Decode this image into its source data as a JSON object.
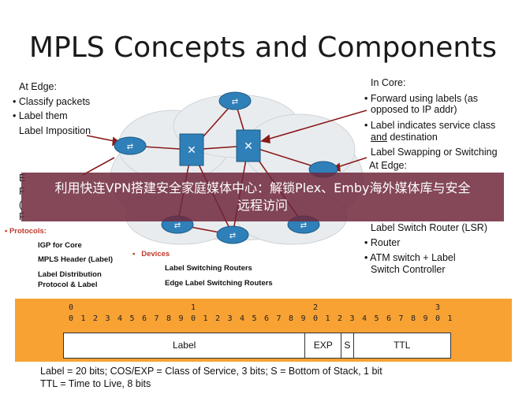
{
  "title": "MPLS Concepts and Components",
  "left_edge": {
    "heading": "At Edge:",
    "bullets": [
      "Classify packets",
      "Label them"
    ],
    "label_imposition": "Label Imposition",
    "partial_1": "E",
    "partial_2": "F",
    "partial_3": "(",
    "partial_4": "F"
  },
  "in_core": {
    "heading": "In Core:",
    "bullet_1_line_1": "Forward using labels (as",
    "bullet_1_line_2": "opposed to IP addr)",
    "bullet_2_line_1": "Label indicates service class",
    "bullet_2_line_2_part_1": "and",
    "bullet_2_line_2_part_2": " destination",
    "swapping": "Label Swapping or Switching",
    "at_edge": "At Edge:"
  },
  "banner": {
    "line_1": "利用快连VPN搭建安全家庭媒体中心：解锁Plex、Emby海外媒体库与安全",
    "line_2": "远程访问"
  },
  "lsr": {
    "heading": "Label Switch Router (LSR)",
    "bullet_1": "Router",
    "bullet_2_line_1": "ATM switch + Label",
    "bullet_2_line_2": "Switch Controller"
  },
  "protocols": {
    "heading": "Protocols:",
    "items": [
      "IGP for Core",
      "MPLS Header (Label)",
      "Label Distribution",
      "Protocol & Label"
    ]
  },
  "devices": {
    "heading": "Devices",
    "items": [
      "Label Switching Routers",
      "Edge Label Switching Routers"
    ]
  },
  "header_format": {
    "ruler_tens": [
      "0",
      "1",
      "2",
      "3"
    ],
    "ruler_units": [
      "0",
      "1",
      "2",
      "3",
      "4",
      "5",
      "6",
      "7",
      "8",
      "9",
      "0",
      "1",
      "2",
      "3",
      "4",
      "5",
      "6",
      "7",
      "8",
      "9",
      "0",
      "1",
      "2",
      "3",
      "4",
      "5",
      "6",
      "7",
      "8",
      "9",
      "0",
      "1"
    ],
    "fields": [
      "Label",
      "EXP",
      "S",
      "TTL"
    ],
    "field_bits": [
      20,
      3,
      1,
      8
    ]
  },
  "legend": {
    "line_1": "Label = 20 bits; COS/EXP = Class of Service, 3 bits; S = Bottom of Stack, 1 bit",
    "line_2": "TTL = Time to Live, 8 bits"
  },
  "colors": {
    "accent_red": "#c0392b",
    "router_blue": "#2f7fb8",
    "cloud": "#e9ecef",
    "header_orange": "#f7a233",
    "banner": "#6e283c"
  }
}
